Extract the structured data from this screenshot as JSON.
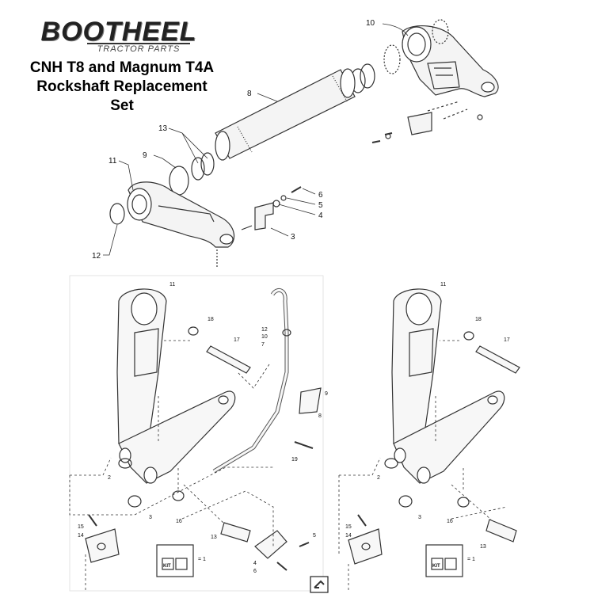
{
  "brand": {
    "name": "BOOTHEEL",
    "sub": "TRACTOR PARTS"
  },
  "title": {
    "line1": "CNH T8 and Magnum T4A",
    "line2": "Rockshaft Replacement Set"
  },
  "top_callouts": {
    "c10": "10",
    "c8": "8",
    "c13": "13",
    "c11": "11",
    "c9": "9",
    "c12": "12",
    "c6": "6",
    "c5": "5",
    "c4": "4",
    "c3": "3"
  },
  "left_callouts": {
    "c11": "11",
    "c18": "18",
    "c17": "17",
    "c12": "12",
    "c10": "10",
    "c7": "7",
    "c9": "9",
    "c8": "8",
    "c19": "19",
    "c2": "2",
    "c3": "3",
    "c16": "16",
    "c13": "13",
    "c15": "15",
    "c14": "14",
    "c5": "5",
    "c4": "4",
    "c6": "6",
    "kit1": "= 1"
  },
  "right_callouts": {
    "c11": "11",
    "c18": "18",
    "c17": "17",
    "c2": "2",
    "c3": "3",
    "c16": "16",
    "c13": "13",
    "c15": "15",
    "c14": "14",
    "kit1": "= 1"
  },
  "kit_label": "KIT",
  "colors": {
    "line": "#333333",
    "text": "#111111",
    "fill": "#f4f4f4"
  }
}
